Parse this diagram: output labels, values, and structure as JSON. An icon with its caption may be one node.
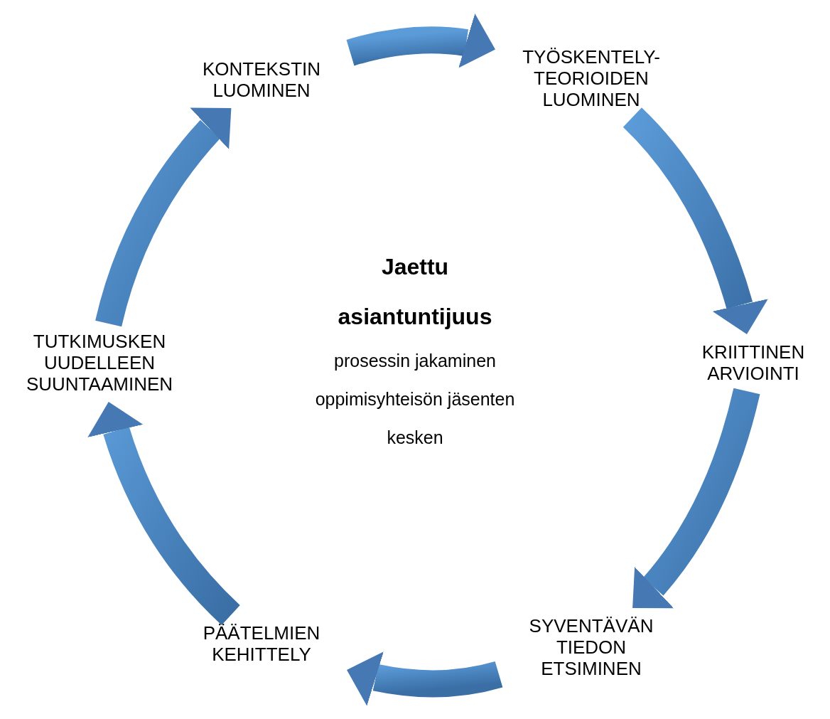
{
  "diagram": {
    "nodes": [
      {
        "text": [
          "KONTEKSTIN LUOMINEN"
        ]
      },
      {
        "text": [
          "TYÖSKENTELY- TEORIOIDEN LUOMINEN"
        ]
      },
      {
        "text": [
          "KRIITTINEN ARVIOINTI"
        ]
      },
      {
        "text": [
          "SYVENTÄVÄN TIEDON ETSIMINEN"
        ]
      },
      {
        "text": [
          "PÄÄTELMIEN KEHITTELY"
        ]
      },
      {
        "text": [
          "TUTKIMUSKEN UUDELLEEN SUUNTAAMINEN"
        ]
      }
    ],
    "edges": [
      {
        "from": 0,
        "to": 1,
        "arrow": "to",
        "style": "thick"
      },
      {
        "from": 1,
        "to": 2,
        "arrow": "to",
        "style": "thick"
      },
      {
        "from": 2,
        "to": 3,
        "arrow": "to",
        "style": "thick"
      },
      {
        "from": 3,
        "to": 4,
        "arrow": "to",
        "style": "thick"
      },
      {
        "from": 4,
        "to": 5,
        "arrow": "to",
        "style": "thick"
      },
      {
        "from": 5,
        "to": 0,
        "arrow": "to",
        "style": "thick"
      }
    ],
    "labels": [
      "Jaettu asiantuntijuus",
      "prosessin jakaminen oppimisyhteisön jäsenten kesken"
    ]
  }
}
